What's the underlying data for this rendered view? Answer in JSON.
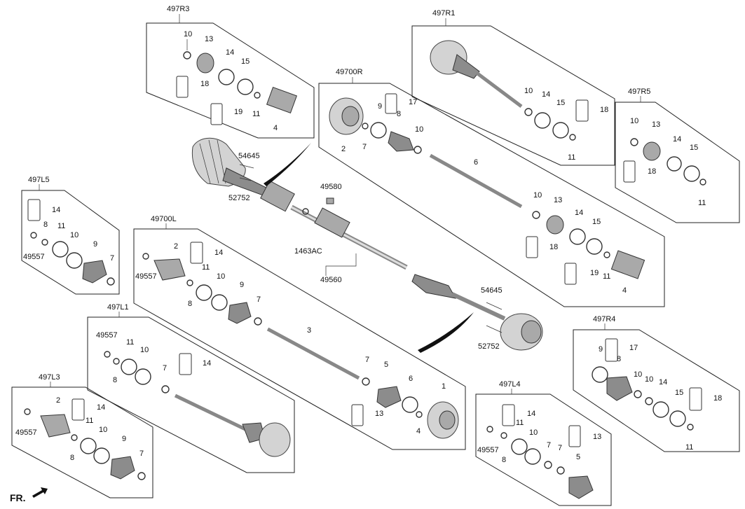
{
  "groups": {
    "r3": "497R3",
    "r1": "497R1",
    "r5": "497R5",
    "r": "49700R",
    "l5": "497L5",
    "l": "49700L",
    "l1": "497L1",
    "l3": "497L3",
    "l4": "497L4",
    "r4": "497R4"
  },
  "labels": {
    "n1": "1",
    "n2": "2",
    "n3": "3",
    "n4": "4",
    "n5": "5",
    "n6": "6",
    "n7": "7",
    "n8": "8",
    "n9": "9",
    "n10": "10",
    "n11": "11",
    "n13": "13",
    "n14": "14",
    "n15": "15",
    "n17": "17",
    "n18": "18",
    "n19": "19",
    "p54645": "54645",
    "p52752": "52752",
    "p49580": "49580",
    "p1463ac": "1463AC",
    "p49560": "49560",
    "p49557": "49557"
  },
  "footer": {
    "front": "FR."
  },
  "colors": {
    "line": "#222222",
    "part_dark": "#8c8c8c",
    "part_light": "#d3d3d3"
  }
}
